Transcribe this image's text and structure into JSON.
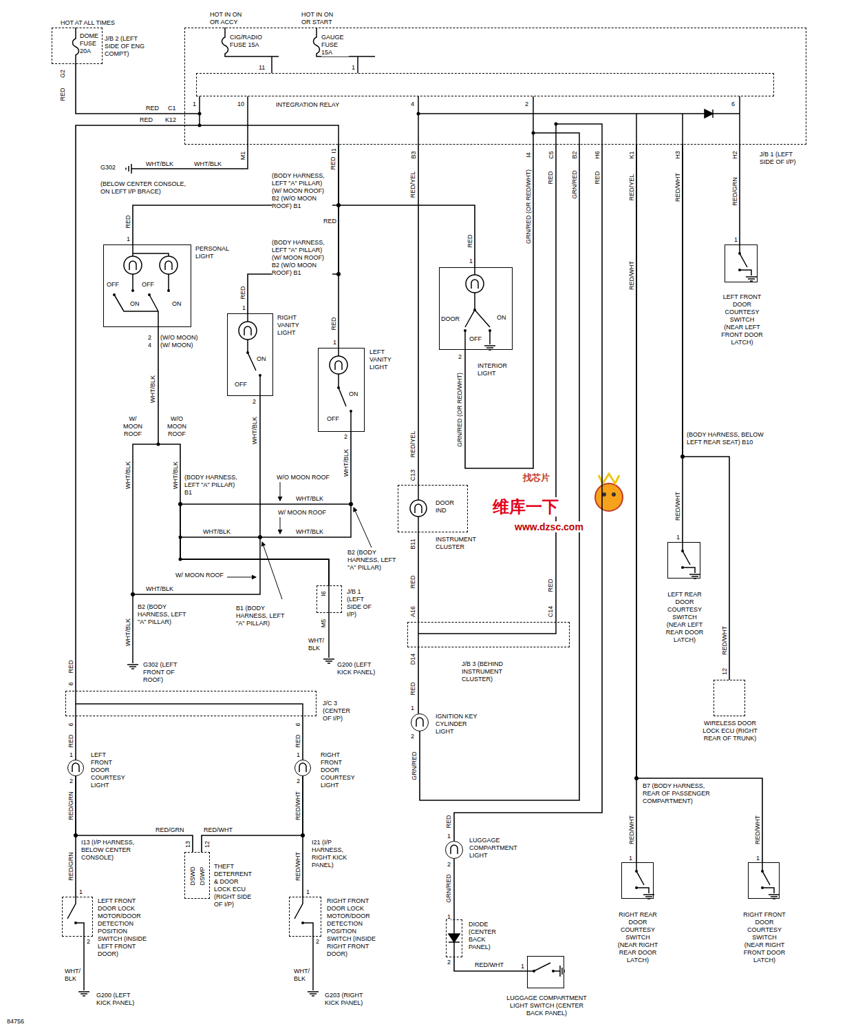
{
  "diagram": {
    "nodes": [
      {
        "text": [
          "HOT AT ALL TIMES",
          "DOME FUSE 20A",
          "J/B 2 (LEFT SIDE OF ENG COMPT)"
        ]
      },
      {
        "text": [
          "J/B 1 (LEFT SIDE OF I/P)"
        ]
      },
      {
        "text": [
          "INTEGRATION RELAY"
        ],
        "in": 1
      },
      {
        "text": [
          "PERSONAL LIGHT"
        ]
      },
      {
        "text": [
          "RIGHT VANITY LIGHT"
        ]
      },
      {
        "text": [
          "LEFT VANITY LIGHT"
        ]
      },
      {
        "text": [
          "INTERIOR LIGHT"
        ]
      },
      {
        "text": [
          "LEFT FRONT DOOR COURTESY SWITCH (NEAR LEFT FRONT DOOR LATCH)"
        ]
      },
      {
        "text": [
          "DOOR IND",
          "INSTRUMENT CLUSTER"
        ]
      },
      {
        "text": [
          "J/B 3 (BEHIND INSTRUMENT CLUSTER)"
        ]
      },
      {
        "text": [
          "LEFT REAR DOOR COURTESY SWITCH (NEAR LEFT REAR DOOR LATCH)"
        ]
      },
      {
        "text": [
          "WIRELESS DOOR LOCK ECU (RIGHT REAR OF TRUNK)"
        ]
      },
      {
        "text": [
          "J/B 1 (LEFT SIDE OF I/P)"
        ]
      },
      {
        "text": [
          "J/C 3 (CENTER OF I/P)"
        ]
      },
      {
        "text": [
          "THEFT DETERRENT & DOOR LOCK ECU (RIGHT SIDE OF I/P)"
        ]
      },
      {
        "text": [
          "LEFT FRONT DOOR LOCK MOTOR/DOOR DETECTION POSITION SWITCH (INSIDE LEFT FRONT DOOR)"
        ]
      },
      {
        "text": [
          "RIGHT FRONT DOOR LOCK MOTOR/DOOR DETECTION POSITION SWITCH (INSIDE RIGHT FRONT DOOR)"
        ]
      },
      {
        "text": [
          "DIODE (CENTER BACK PANEL)"
        ]
      },
      {
        "text": [
          "LUGGAGE COMPARTMENT LIGHT SWITCH (CENTER BACK PANEL)"
        ]
      },
      {
        "text": [
          "RIGHT REAR DOOR COURTESY SWITCH (NEAR RIGHT REAR DOOR LATCH)"
        ]
      },
      {
        "text": [
          "RIGHT FRONT DOOR COURTESY SWITCH (NEAR RIGHT FRONT DOOR LATCH)"
        ]
      },
      {
        "text": [
          "LEFT FRONT DOOR COURTESY LIGHT"
        ]
      },
      {
        "text": [
          "RIGHT FRONT DOOR COURTESY LIGHT"
        ]
      },
      {
        "text": [
          "IGNITION KEY CYLINDER LIGHT"
        ]
      },
      {
        "text": [
          "LUGGAGE COMPARTMENT LIGHT"
        ]
      }
    ],
    "edges": [
      {
        "from": 0,
        "to": 1,
        "arrow": "none"
      },
      {
        "from": 1,
        "to": 3,
        "arrow": "none"
      },
      {
        "from": 1,
        "to": 4,
        "arrow": "none"
      },
      {
        "from": 1,
        "to": 5,
        "arrow": "none"
      },
      {
        "from": 1,
        "to": 6,
        "arrow": "none"
      },
      {
        "from": 1,
        "to": 8,
        "arrow": "none"
      },
      {
        "from": 1,
        "to": 7,
        "arrow": "none"
      },
      {
        "from": 1,
        "to": 10,
        "arrow": "none"
      },
      {
        "from": 1,
        "to": 11,
        "arrow": "none"
      },
      {
        "from": 1,
        "to": 19,
        "arrow": "none"
      },
      {
        "from": 1,
        "to": 20,
        "arrow": "none"
      },
      {
        "from": 8,
        "to": 9,
        "arrow": "none"
      },
      {
        "from": 1,
        "to": 9,
        "arrow": "none"
      },
      {
        "from": 9,
        "to": 23,
        "arrow": "none"
      },
      {
        "from": 23,
        "to": 1,
        "arrow": "none"
      },
      {
        "from": 1,
        "to": 24,
        "arrow": "none"
      },
      {
        "from": 24,
        "to": 17,
        "arrow": "none"
      },
      {
        "from": 17,
        "to": 18,
        "arrow": "none"
      },
      {
        "from": 1,
        "to": 13,
        "arrow": "none"
      },
      {
        "from": 13,
        "to": 21,
        "arrow": "none"
      },
      {
        "from": 13,
        "to": 22,
        "arrow": "none"
      },
      {
        "from": 21,
        "to": 15,
        "arrow": "none"
      },
      {
        "from": 22,
        "to": 16,
        "arrow": "none"
      },
      {
        "from": 21,
        "to": 14,
        "arrow": "none"
      },
      {
        "from": 22,
        "to": 14,
        "arrow": "none"
      },
      {
        "from": 6,
        "to": 1,
        "arrow": "none"
      },
      {
        "from": 5,
        "to": 12,
        "arrow": "none"
      },
      {
        "from": 4,
        "to": 12,
        "arrow": "none"
      },
      {
        "from": 3,
        "to": 12,
        "arrow": "none"
      }
    ],
    "labels": [
      "HOT IN ON OR ACCY",
      "CIG/RADIO FUSE 15A",
      "HOT IN ON OR START",
      "GAUGE FUSE 15A",
      "11",
      "1",
      "1",
      "10",
      "4",
      "2",
      "6",
      "RED",
      "C1",
      "RED",
      "K12",
      "G2",
      "RED",
      "M1",
      "I1",
      "B3",
      "I4",
      "C5",
      "B2",
      "H6",
      "K1",
      "H3",
      "H2",
      "G302",
      "WHT/BLK",
      "WHT/BLK",
      "(BELOW CENTER CONSOLE, ON LEFT I/P BRACE)",
      "RED",
      "(BODY HARNESS, LEFT \"A\" PILLAR) (W/ MOON ROOF) B2 (W/O MOON ROOF) B1",
      "RED",
      "RED",
      "(BODY HARNESS, LEFT \"A\" PILLAR) (W/ MOON ROOF) B2 (W/O MOON ROOF) B1",
      "RED",
      "RED",
      "RED",
      "1",
      "1",
      "1",
      "1",
      "OFF",
      "OFF",
      "ON",
      "ON",
      "2",
      "(W/O MOON)",
      "4",
      "(W/ MOON)",
      "ON",
      "OFF",
      "ON",
      "OFF",
      "DOOR",
      "ON",
      "OFF",
      "2",
      "2",
      "2",
      "GRN/RED (OR RED/WHT)",
      "RED/YEL",
      "GRN/RED (OR RED/WHT)",
      "RED",
      "GRN/RED",
      "RED",
      "RED/YEL",
      "RED/WHT",
      "RED/GRN",
      "RED/YEL",
      "WHT/BLK",
      "WHT/BLK",
      "WHT/BLK",
      "W/ MOON ROOF",
      "W/O MOON ROOF",
      "WHT/BLK",
      "WHT/BLK",
      "(BODY HARNESS, LEFT \"A\" PILLAR) B1",
      "W/O MOON ROOF",
      "WHT/BLK",
      "W/ MOON ROOF",
      "WHT/BLK",
      "WHT/BLK",
      "B2 (BODY HARNESS, LEFT \"A\" PILLAR)",
      "W/ MOON ROOF",
      "WHT/BLK",
      "B1 (BODY HARNESS, LEFT \"A\" PILLAR)",
      "B2 (BODY HARNESS, LEFT \"A\" PILLAR)",
      "WHT/BLK",
      "G302 (LEFT FRONT OF ROOF)",
      "I6",
      "M5",
      "WHT/ BLK",
      "G200 (LEFT KICK PANEL)",
      "RED",
      "6",
      "6",
      "RED",
      "6",
      "RED",
      "1",
      "2",
      "1",
      "2",
      "RED/GRN",
      "RED/WHT",
      "RED/GRN",
      "RED/WHT",
      "13",
      "12",
      "DSWD",
      "DSWP",
      "I13 (I/P HARNESS, BELOW CENTER CONSOLE)",
      "I21 (I/P HARNESS, RIGHT KICK PANEL)",
      "RED/GRN",
      "RED/WHT",
      "1",
      "2",
      "1",
      "2",
      "WHT/ BLK",
      "WHT/ BLK",
      "G200 (LEFT KICK PANEL)",
      "G203 (RIGHT KICK PANEL)",
      "C13",
      "B11",
      "RED",
      "A16",
      "D14",
      "RED",
      "RED",
      "C14",
      "1",
      "2",
      "GRN/RED",
      "RED",
      "1",
      "2",
      "GRN/RED",
      "1",
      "2",
      "RED/WHT",
      "1",
      "RED/WHT",
      "(BODY HARNESS, BELOW LEFT REAR SEAT) B10",
      "RED/WHT",
      "1",
      "RED/WHT",
      "12",
      "1",
      "B7 (BODY HARNESS, REAR OF PASSENGER COMPARTMENT)",
      "RED/WHT",
      "RED/WHT",
      "1",
      "1",
      "找芯片",
      "维库一下",
      "www.dzsc.com",
      "84756"
    ]
  }
}
